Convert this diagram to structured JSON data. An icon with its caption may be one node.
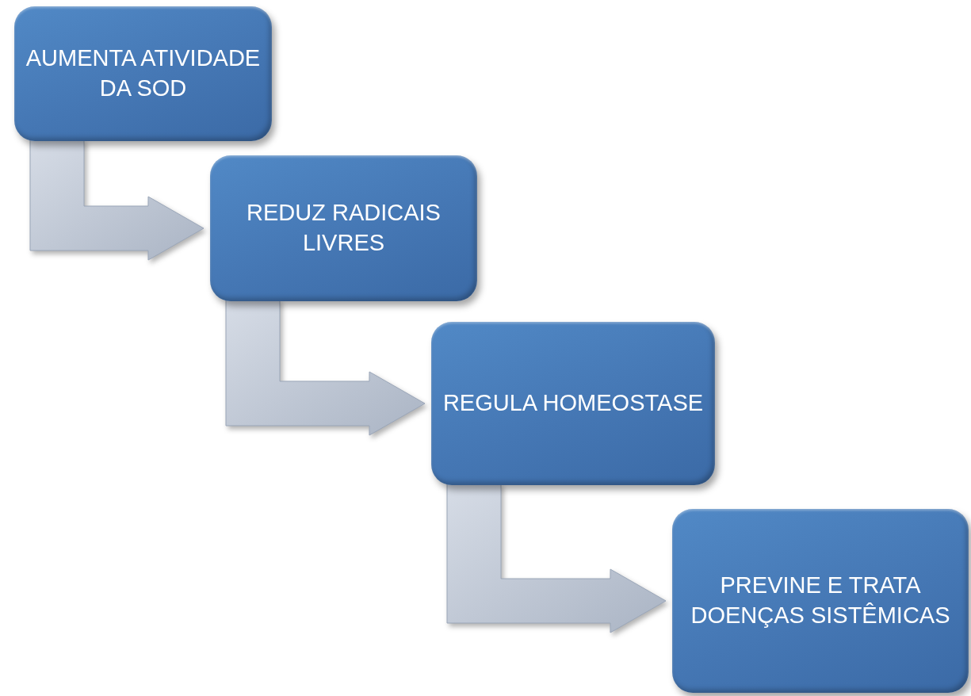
{
  "diagram": {
    "nodes": [
      {
        "text": [
          "AUMENTA ATIVIDADE DA SOD"
        ]
      },
      {
        "text": [
          "REDUZ RADICAIS LIVRES"
        ]
      },
      {
        "text": [
          "REGULA HOMEOSTASE"
        ]
      },
      {
        "text": [
          "PREVINE E TRATA DOENÇAS SISTÊMICAS"
        ]
      }
    ],
    "edges": [
      {
        "from": 0,
        "to": 1,
        "arrow": "to"
      },
      {
        "from": 1,
        "to": 2,
        "arrow": "to"
      },
      {
        "from": 2,
        "to": 3,
        "arrow": "to"
      }
    ]
  }
}
